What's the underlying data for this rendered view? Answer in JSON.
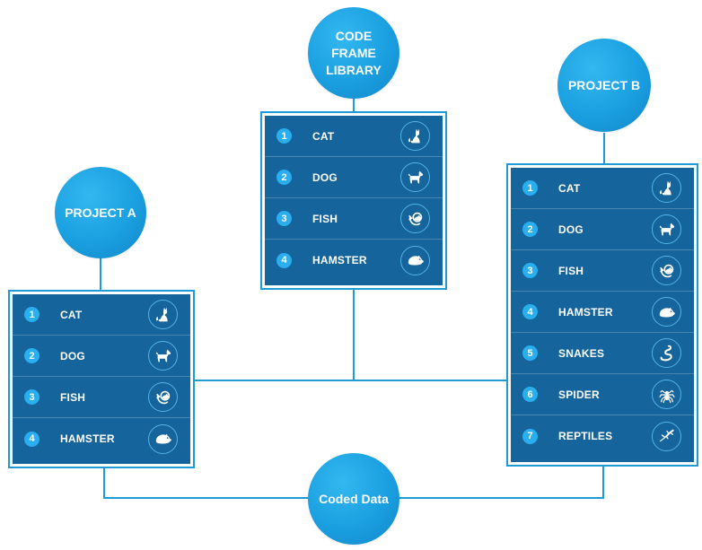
{
  "library": {
    "title": "CODE\nFRAME\nLIBRARY",
    "items": [
      {
        "num": "1",
        "label": "CAT",
        "icon": "cat-icon"
      },
      {
        "num": "2",
        "label": "DOG",
        "icon": "dog-icon"
      },
      {
        "num": "3",
        "label": "FISH",
        "icon": "fish-icon"
      },
      {
        "num": "4",
        "label": "HAMSTER",
        "icon": "hamster-icon"
      }
    ]
  },
  "project_a": {
    "title": "PROJECT A",
    "items": [
      {
        "num": "1",
        "label": "CAT",
        "icon": "cat-icon"
      },
      {
        "num": "2",
        "label": "DOG",
        "icon": "dog-icon"
      },
      {
        "num": "3",
        "label": "FISH",
        "icon": "fish-icon"
      },
      {
        "num": "4",
        "label": "HAMSTER",
        "icon": "hamster-icon"
      }
    ]
  },
  "project_b": {
    "title": "PROJECT B",
    "items": [
      {
        "num": "1",
        "label": "CAT",
        "icon": "cat-icon"
      },
      {
        "num": "2",
        "label": "DOG",
        "icon": "dog-icon"
      },
      {
        "num": "3",
        "label": "FISH",
        "icon": "fish-icon"
      },
      {
        "num": "4",
        "label": "HAMSTER",
        "icon": "hamster-icon"
      },
      {
        "num": "5",
        "label": "SNAKES",
        "icon": "snake-icon"
      },
      {
        "num": "6",
        "label": "SPIDER",
        "icon": "spider-icon"
      },
      {
        "num": "7",
        "label": "REPTILES",
        "icon": "lizard-icon"
      }
    ]
  },
  "coded_data": {
    "title": "Coded Data"
  },
  "colors": {
    "circle": "#1a9fe0",
    "panel_bg": "#15649b",
    "panel_border": "#1e9ad6",
    "badge": "#29aef0",
    "connector": "#1e9ad6"
  }
}
